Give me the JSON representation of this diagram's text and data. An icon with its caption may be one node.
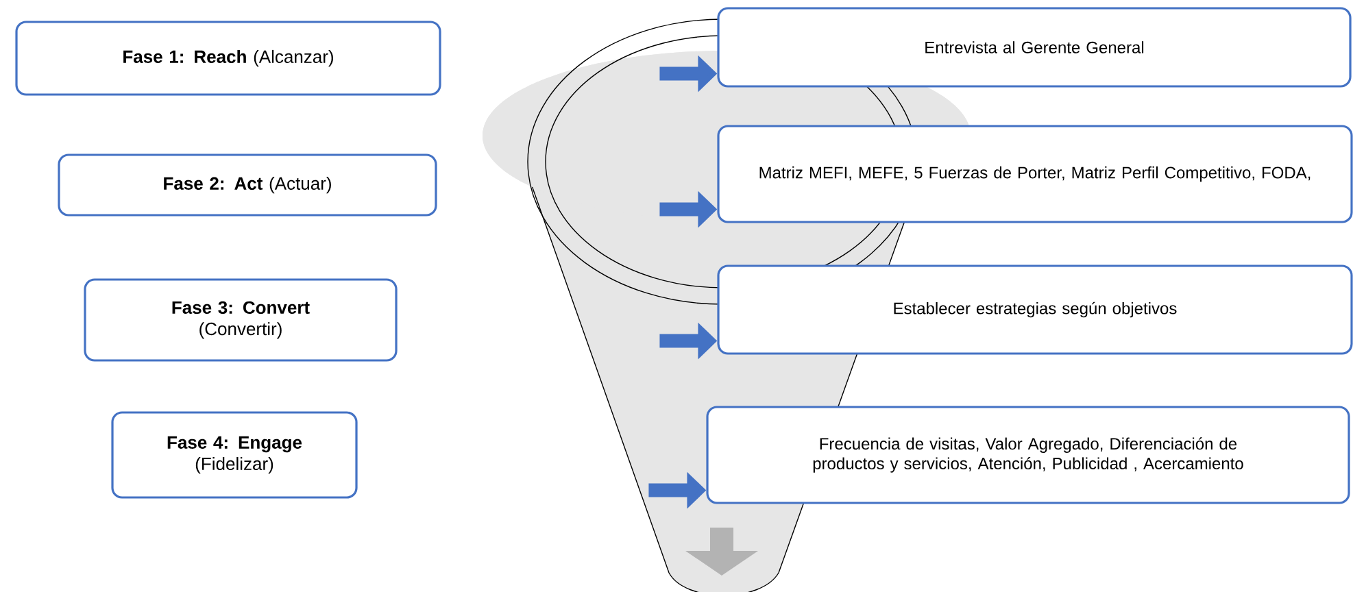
{
  "diagram": {
    "nodes": [
      {
        "text": [
          "**Fase 1: Reach** (Alcanzar)"
        ]
      },
      {
        "text": [
          "**Fase 2: Act** (Actuar)"
        ]
      },
      {
        "text": [
          "**Fase 3: Convert** (Convertir)"
        ]
      },
      {
        "text": [
          "**Fase 4: Engage** (Fidelizar)"
        ]
      },
      {
        "text": [
          "Entrevista al Gerente General"
        ]
      },
      {
        "text": [
          "Matriz MEFI, MEFE, 5 Fuerzas de Porter, Matriz Perfil Competitivo, FODA,"
        ]
      },
      {
        "text": [
          "Establecer estrategias según objetivos"
        ]
      },
      {
        "text": [
          "Frecuencia de visitas, Valor Agregado, Diferenciación de productos y servicios, Atención, Publicidad , Acercamiento"
        ]
      }
    ],
    "edges": [
      {
        "from": null,
        "to": 4,
        "arrow": "to"
      },
      {
        "from": null,
        "to": 5,
        "arrow": "to"
      },
      {
        "from": null,
        "to": 6,
        "arrow": "to"
      },
      {
        "from": null,
        "to": 7,
        "arrow": "to"
      }
    ]
  }
}
